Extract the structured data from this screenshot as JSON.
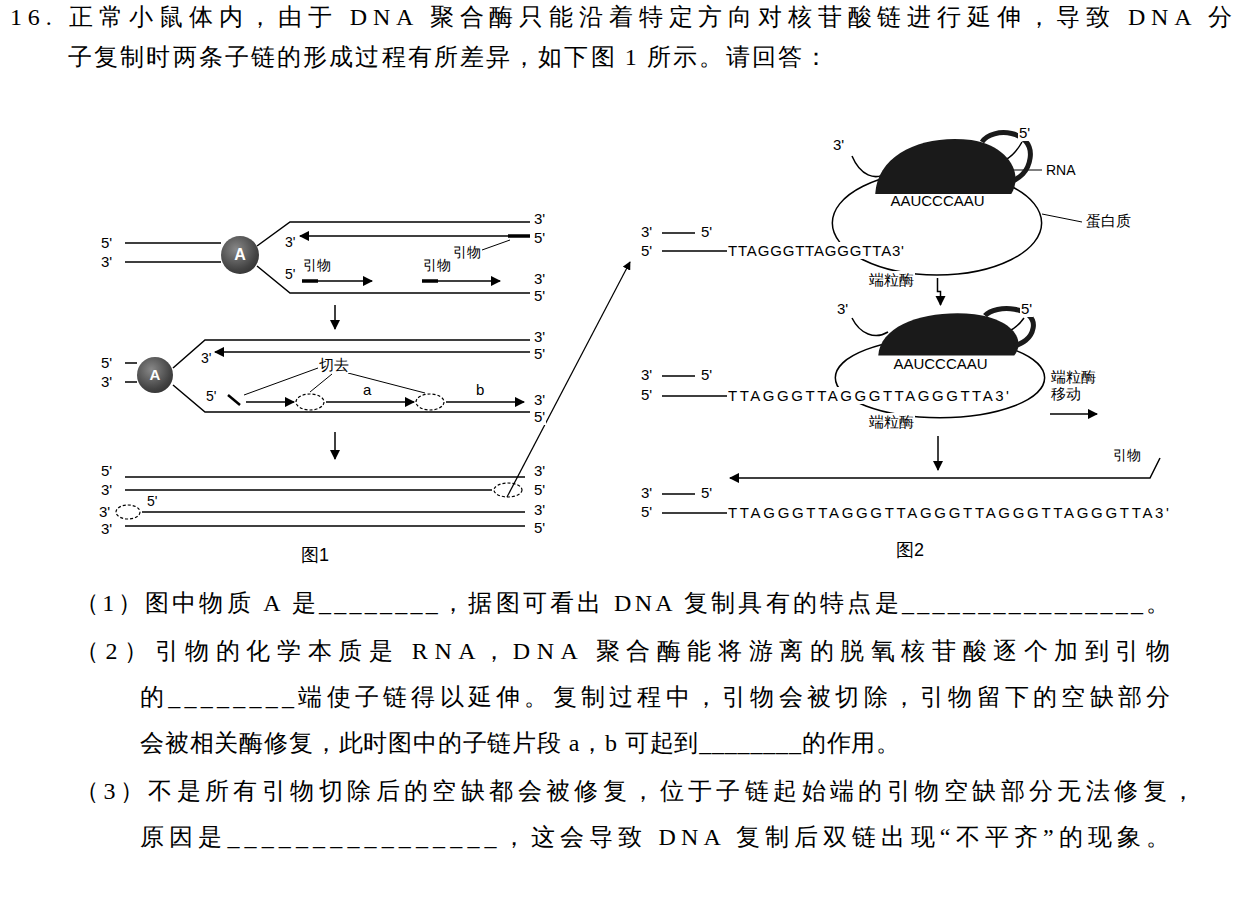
{
  "diagram": {
    "nodes": [
      {
        "text": [
          "A"
        ]
      },
      {
        "text": [
          "A"
        ]
      },
      {
        "text": [
          "AAUCCCAAU"
        ]
      },
      {
        "text": [
          "AAUCCCAAU"
        ]
      }
    ],
    "edges": [
      {
        "from": 2,
        "to": 3,
        "arrow": "to"
      }
    ],
    "labels": [
      "16. 正常小鼠体内，由于 DNA 聚合酶只能沿着特定方向对核苷酸链进行延伸，导致 DNA 分",
      "子复制时两条子链的形成过程有所差异，如下图 1 所示。请回答：",
      "5'",
      "3'",
      "3'",
      "5'",
      "3'",
      "引物",
      "5'",
      "引物",
      "引物",
      "3'",
      "5'",
      "5'",
      "3'",
      "3'",
      "5'",
      "3'",
      "5'",
      "切去",
      "a",
      "b",
      "3'",
      "5'",
      "5'",
      "3'",
      "3'",
      "5'",
      "3'",
      "5'",
      "3'",
      "3'",
      "5'",
      "图1",
      "3'",
      "5'",
      "5'",
      "TTAGGGTTAGGGTTA3'",
      "3'",
      "5'",
      "RNA",
      "蛋白质",
      "端粒酶",
      "3'",
      "5'",
      "5'",
      "TTAGGGTTAGGGTTAGGGTTA3'",
      "3'",
      "5'",
      "端粒酶 移动",
      "端粒酶",
      "引物",
      "3'",
      "5'",
      "5'",
      "TTAGGGTTAGGGTTAGGGTTAGGGTTAGGGTTA3'",
      "图2",
      "（1）图中物质 A 是________，据图可看出 DNA 复制具有的特点是________________。",
      "（2）引物的化学本质是 RNA，DNA 聚合酶能将游离的脱氧核苷酸逐个加到引物",
      "的________端使子链得以延伸。复制过程中，引物会被切除，引物留下的空缺部分",
      "会被相关酶修复，此时图中的子链片段 a，b 可起到________的作用。",
      "（3）不是所有引物切除后的空缺都会被修复，位于子链起始端的引物空缺部分无法修复，",
      "原因是________________，这会导致 DNA 复制后双链出现“不平齐”的现象。"
    ]
  }
}
